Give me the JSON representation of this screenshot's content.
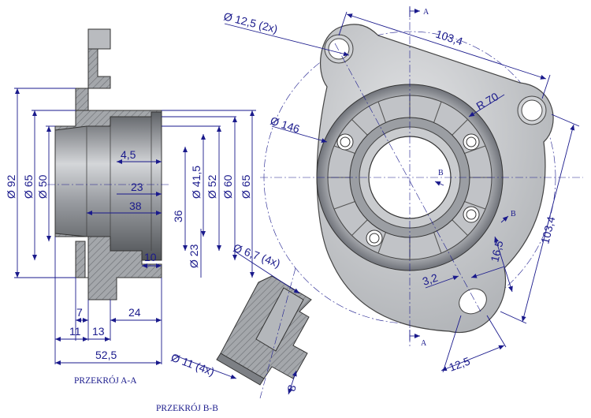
{
  "colors": {
    "dimension": "#1a1a8c",
    "part_light": "#c7c9cc",
    "part_mid": "#9a9da2",
    "part_dark": "#5e6166",
    "hatch": "#6d7075",
    "background": "#ffffff"
  },
  "section_labels": {
    "aa": "PRZEKRÓJ A-A",
    "bb": "PRZEKRÓJ B-B"
  },
  "cut_markers": {
    "a": "A",
    "b": "B"
  },
  "dimensions": {
    "d92": "Ø 92",
    "d65_left": "Ø 65",
    "d50": "Ø 50",
    "d41_5": "Ø 41,5",
    "d52": "Ø 52",
    "d60": "Ø 60",
    "d65_right": "Ø 65",
    "d23": "Ø 23",
    "l4_5": "4,5",
    "l23": "23",
    "l38": "38",
    "l36": "36",
    "l10": "10",
    "l7": "7",
    "l11": "11",
    "l13": "13",
    "l24": "24",
    "l52_5": "52,5",
    "d12_5_2x": "Ø 12,5 (2x)",
    "l103_4_top": "103,4",
    "r70": "R 70",
    "d146": "Ø 146",
    "l103_4_right": "103,4",
    "l16_5": "16,5",
    "l3_2": "3,2",
    "l12_5": "12,5",
    "d6_7_4x": "Ø 6,7 (4x)",
    "d11_4x": "Ø 11 (4x)",
    "l8": "8"
  }
}
